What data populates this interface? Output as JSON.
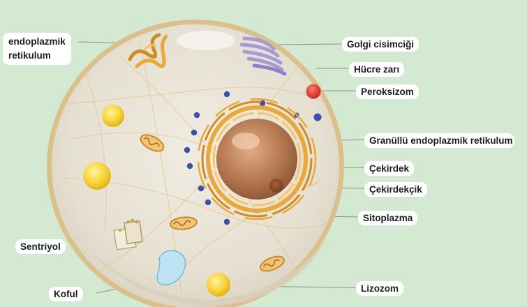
{
  "labels": {
    "endoplazmik_retikulum_line1": "endoplazmik",
    "endoplazmik_retikulum_line2": "retikulum",
    "golgi": "Golgi cisimciği",
    "hucre_zari": "Hücre zarı",
    "peroksizom": "Peroksizom",
    "granullu_er": "Granüllü endoplazmik retikulum",
    "cekirdek": "Çekirdek",
    "cekirdekcik": "Çekirdekçik",
    "sitoplazma": "Sitoplazma",
    "sentriyol": "Sentriyol",
    "koful": "Koful",
    "lizozom": "Lizozom"
  },
  "colors": {
    "background": "#d4e9d1",
    "cytoplasm": "#e9e4d8",
    "membrane": "#c8a46a",
    "nucleus": "#b97c55",
    "nucleolus": "#8a4a2a",
    "er": "#e8a83a",
    "golgi": "#a79bd6",
    "peroxisome": "#e03a35",
    "ribosome": "#3f4fa8",
    "lysosome": "#f7d53a",
    "vacuole": "#bfe3f2"
  }
}
